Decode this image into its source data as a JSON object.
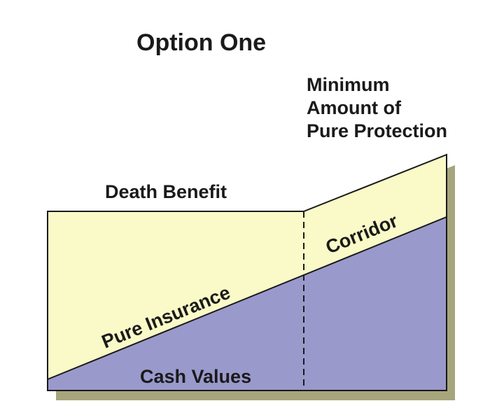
{
  "title": "Option One",
  "labels": {
    "minimum_line1": "Minimum",
    "minimum_line2": "Amount of",
    "minimum_line3": "Pure Protection",
    "death_benefit": "Death Benefit",
    "corridor": "Corridor",
    "pure_insurance": "Pure Insurance",
    "cash_values": "Cash Values"
  },
  "colors": {
    "insurance_fill": "#fafac8",
    "cash_value_fill": "#9a99cc",
    "shadow": "#a7a57c",
    "outline": "#1a1a1a"
  }
}
